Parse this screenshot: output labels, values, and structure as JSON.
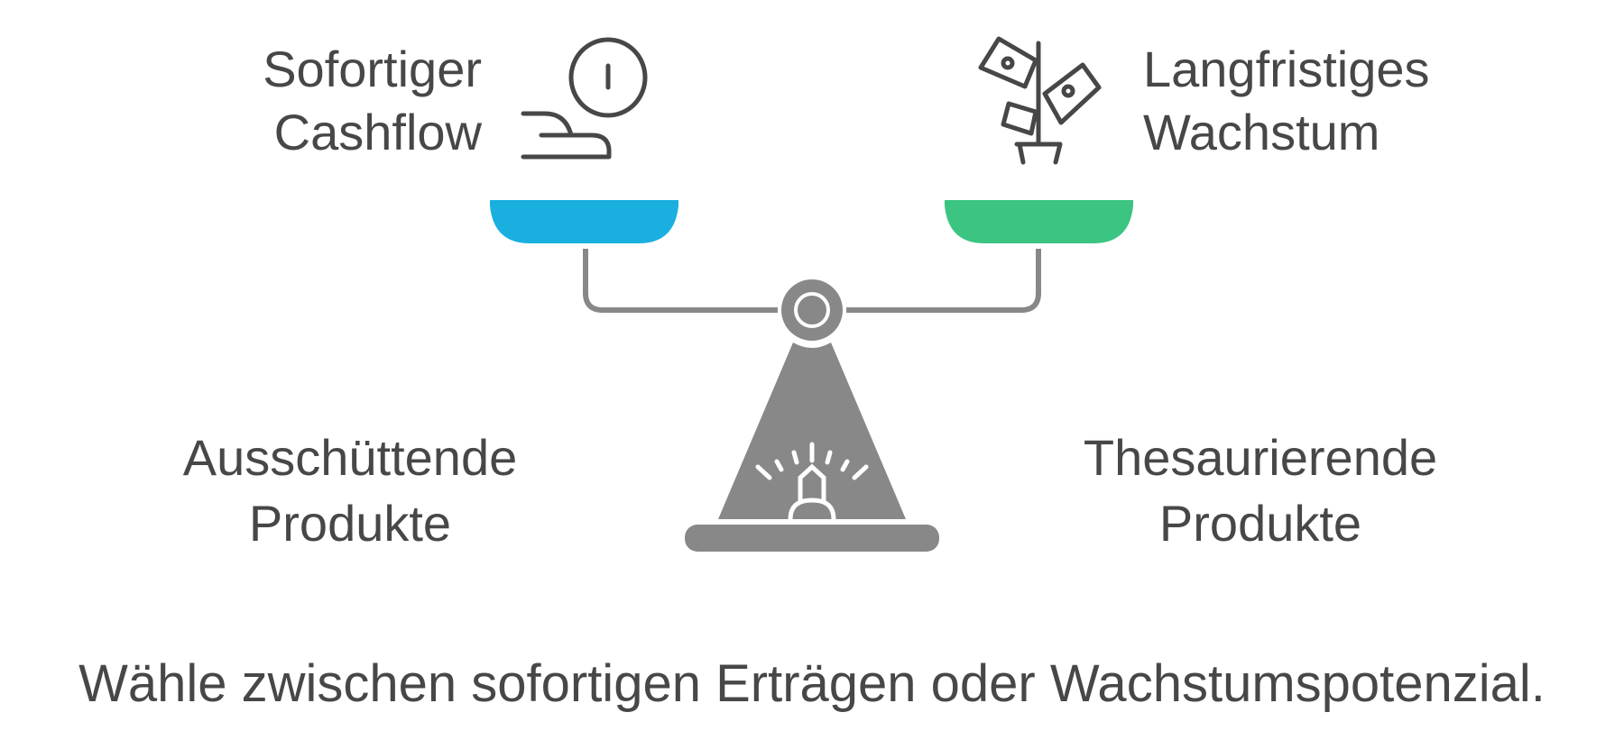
{
  "left": {
    "top_label": [
      "Sofortiger",
      "Cashflow"
    ],
    "bottom_label": [
      "Ausschüttende",
      "Produkte"
    ],
    "icon": "hand-coin-icon",
    "color": "#19b0e0"
  },
  "right": {
    "top_label": [
      "Langfristiges",
      "Wachstum"
    ],
    "bottom_label": [
      "Thesaurierende",
      "Produkte"
    ],
    "icon": "money-plant-icon",
    "color": "#3cc482"
  },
  "scale_color": "#888888",
  "footer": "Wähle zwischen sofortigen Erträgen oder Wachstumspotenzial."
}
